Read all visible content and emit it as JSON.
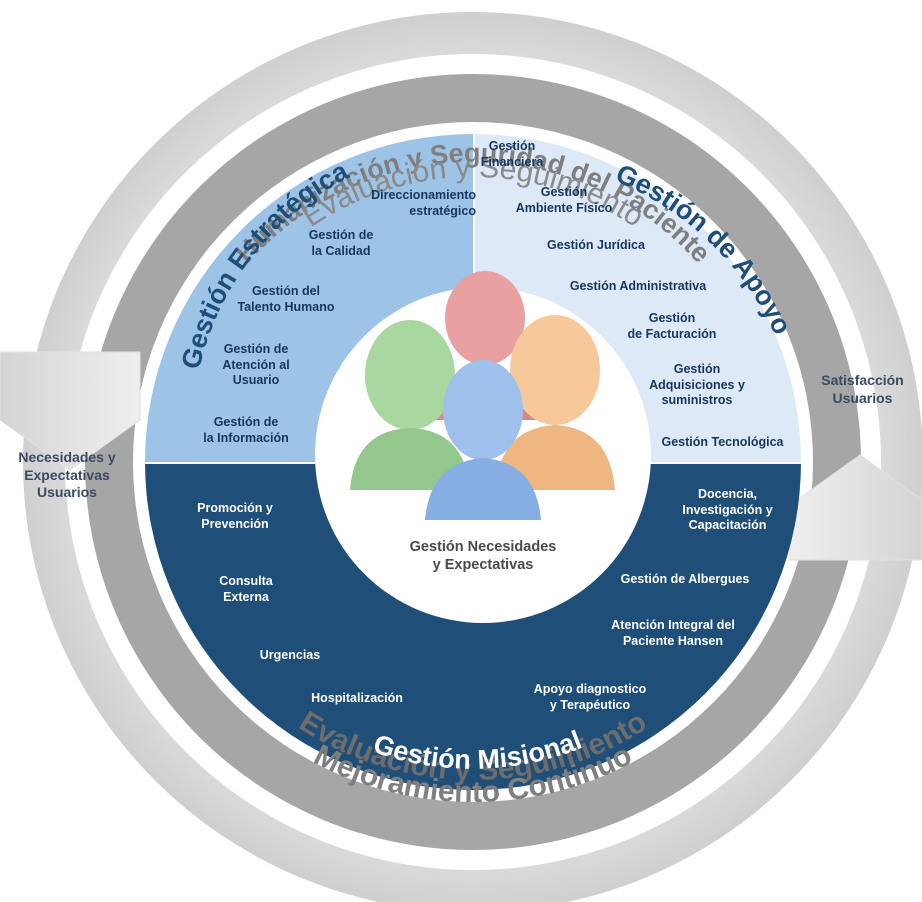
{
  "outer_ring": {
    "top_label": "Humanización y Seguridad del Paciente",
    "bottom_label": "Mejoramiento Continuo"
  },
  "inner_ring": {
    "top_label": "Evaluación y Seguimiento",
    "bottom_label": "Evaluación y Seguimiento"
  },
  "side_arrows": {
    "left_label_lines": [
      "Necesidades y",
      "Expectativas",
      "Usuarios"
    ],
    "right_label_lines": [
      "Satisfacción",
      "Usuarios"
    ]
  },
  "quadrants": {
    "estrategica": {
      "title": "Gestión Estratégica",
      "color": "#9dc3e6",
      "items": [
        {
          "lines": [
            "Direccionamiento",
            "estratégico"
          ]
        },
        {
          "lines": [
            "Gestión de",
            "la Calidad"
          ]
        },
        {
          "lines": [
            "Gestión del",
            "Talento Humano"
          ]
        },
        {
          "lines": [
            "Gestión de",
            "Atención al",
            "Usuario"
          ]
        },
        {
          "lines": [
            "Gestión de",
            "la Información"
          ]
        }
      ]
    },
    "apoyo": {
      "title": "Gestión de Apoyo",
      "color": "#dde9f6",
      "items": [
        {
          "lines": [
            "Gestión",
            "Financiera"
          ]
        },
        {
          "lines": [
            "Gestión",
            "Ambiente Físico"
          ]
        },
        {
          "lines": [
            "Gestión Jurídica"
          ]
        },
        {
          "lines": [
            "Gestión Administrativa"
          ]
        },
        {
          "lines": [
            "Gestión",
            "de  Facturación"
          ]
        },
        {
          "lines": [
            "Gestión",
            "Adquisiciones y",
            "suministros"
          ]
        },
        {
          "lines": [
            "Gestión Tecnológica"
          ]
        }
      ]
    },
    "misional": {
      "title": "Gestión  Misional",
      "color": "#1f4e79",
      "items": [
        {
          "lines": [
            "Promoción y",
            "Prevención"
          ]
        },
        {
          "lines": [
            "Consulta",
            "Externa"
          ]
        },
        {
          "lines": [
            "Urgencias"
          ]
        },
        {
          "lines": [
            "Hospitalización"
          ]
        },
        {
          "lines": [
            "Docencia,",
            "Investigación y",
            "Capacitación"
          ]
        },
        {
          "lines": [
            "Gestión de Albergues"
          ]
        },
        {
          "lines": [
            "Atención Integral del",
            "Paciente Hansen"
          ]
        },
        {
          "lines": [
            "Apoyo diagnostico",
            "y  Terapéutico"
          ]
        }
      ]
    }
  },
  "center": {
    "caption_lines": [
      "Gestión Necesidades",
      "y Expectativas"
    ],
    "figures": [
      {
        "name": "red-person",
        "color": "#e8a0a0"
      },
      {
        "name": "green-person",
        "color": "#a8d8a0"
      },
      {
        "name": "orange-person",
        "color": "#f6c89a"
      },
      {
        "name": "blue-person",
        "color": "#9fc0ea"
      }
    ]
  }
}
